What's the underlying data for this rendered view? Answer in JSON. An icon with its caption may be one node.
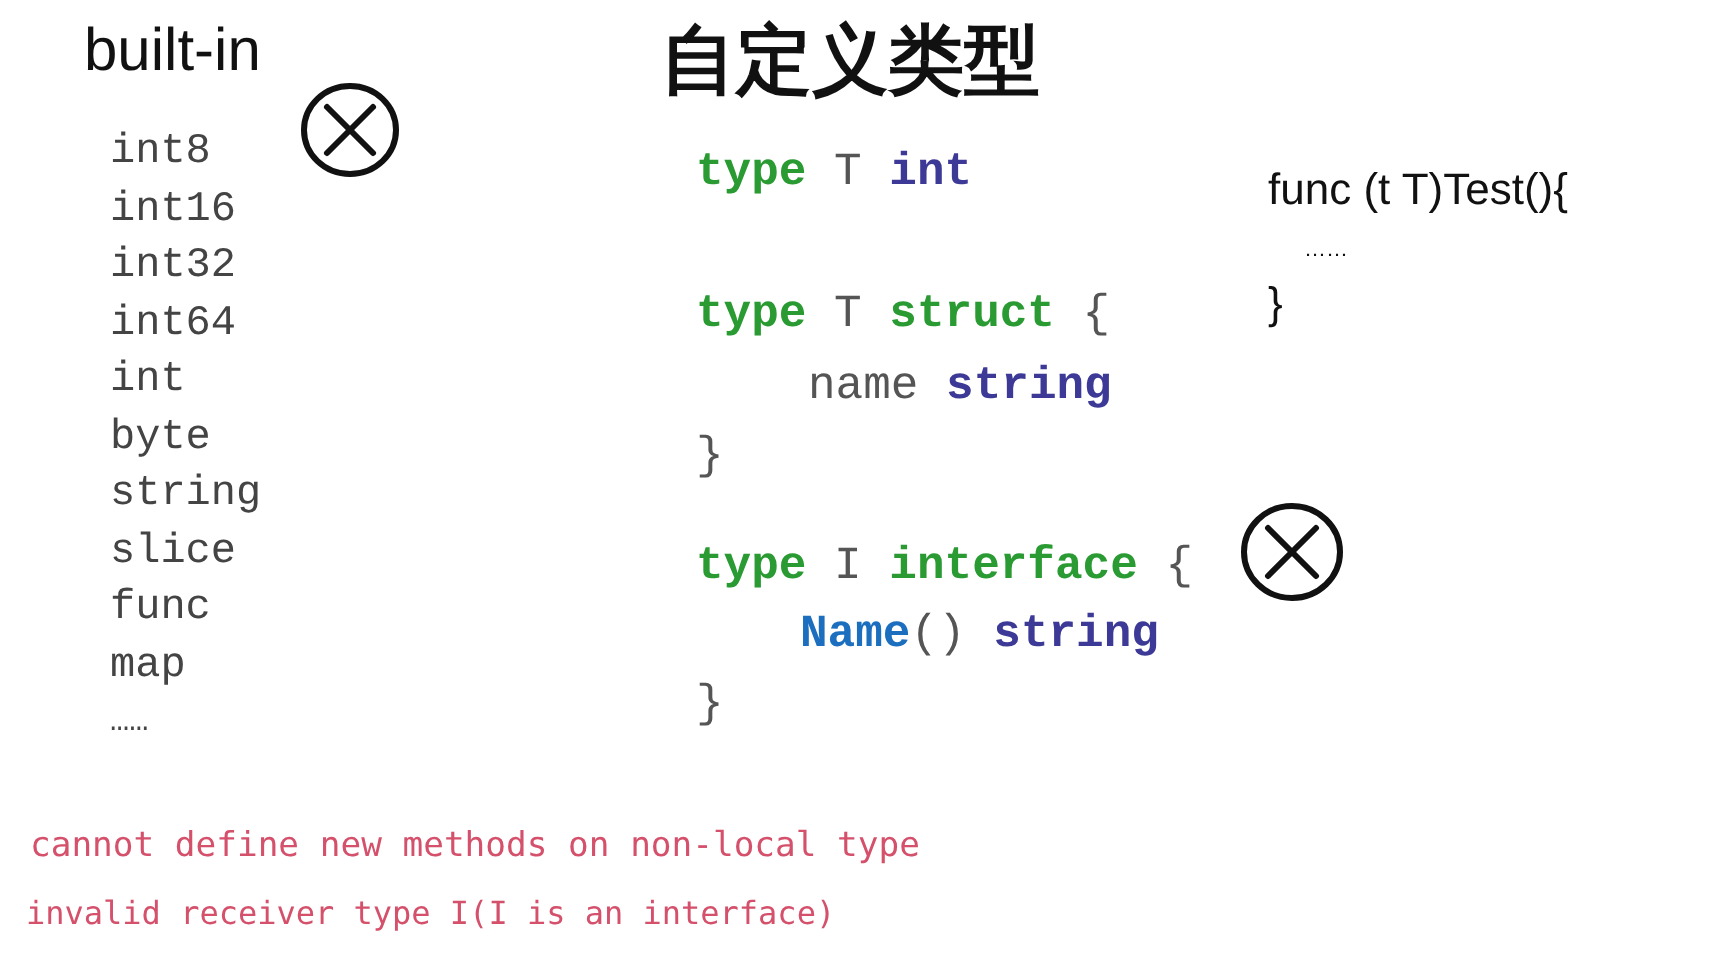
{
  "diagram": {
    "title": "自定义类型",
    "labels": [
      "built-in",
      "int8",
      "int16",
      "int32",
      "int64",
      "int",
      "byte",
      "string",
      "slice",
      "func",
      "map",
      "……",
      "type T int",
      "type T struct {",
      "name string",
      "}",
      "type I interface {",
      "Name() string",
      "}",
      "func (t T)Test(){",
      "……",
      "}",
      "cannot define new methods on non-local type",
      "invalid receiver type I(I is an interface)"
    ]
  }
}
